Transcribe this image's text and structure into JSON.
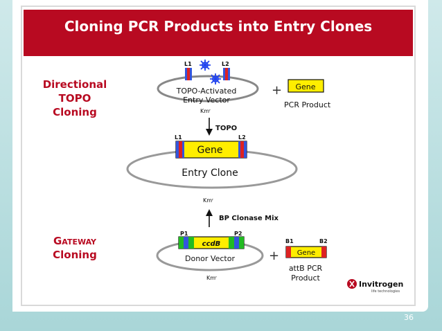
{
  "title": "Cloning PCR Products into Entry Clones",
  "sections": {
    "directional": [
      "Directional",
      "TOPO",
      "Cloning"
    ],
    "gateway": [
      "Gateway",
      "Cloning"
    ]
  },
  "topo_vector": {
    "line1": "TOPO-Activated",
    "line2": "Entry Vector",
    "resistance": "Kmʳ",
    "left_site": "L1",
    "right_site": "L2"
  },
  "pcr_product": {
    "gene": "Gene",
    "label": "PCR Product"
  },
  "arrow_topo": "TOPO",
  "entry_clone": {
    "label": "Entry Clone",
    "gene": "Gene",
    "left_site": "L1",
    "right_site": "L2",
    "resistance": "Kmʳ"
  },
  "arrow_bp": "BP Clonase Mix",
  "donor_vector": {
    "label": "Donor Vector",
    "insert": "ccdB",
    "left_site": "P1",
    "right_site": "P2",
    "resistance": "Kmʳ"
  },
  "attb_product": {
    "gene": "Gene",
    "left_site": "B1",
    "right_site": "B2",
    "line1": "attB PCR",
    "line2": "Product"
  },
  "plus_sign": "+",
  "logo": {
    "name": "Invitrogen",
    "tagline": "life technologies"
  },
  "page_number": "36",
  "colors": {
    "title_bar": "#b80a21",
    "section_label": "#b80a21",
    "gene_fill": "#ffee00",
    "green_site": "#22bb22",
    "blue_site": "#3355dd",
    "red_site": "#dd2222",
    "plasmid_stroke": "#888888"
  }
}
